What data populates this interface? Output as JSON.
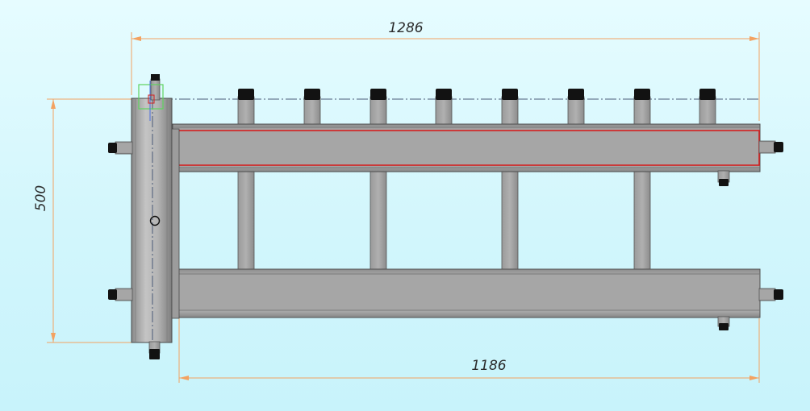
{
  "dimensions": {
    "overall_width": "1286",
    "header_length": "1186",
    "height": "500"
  },
  "colors": {
    "background": "#d2f6fc",
    "dimension_line": "#f3a261",
    "body_fill": "#a9a9a9",
    "body_stroke": "#555555",
    "cap": "#111111",
    "centerline": "#4a5a78",
    "highlight": "#d42020",
    "selection_box": "#5ed35e"
  },
  "icons": {
    "origin_marker": "selection-marker-icon",
    "center_hole": "circle-icon"
  }
}
